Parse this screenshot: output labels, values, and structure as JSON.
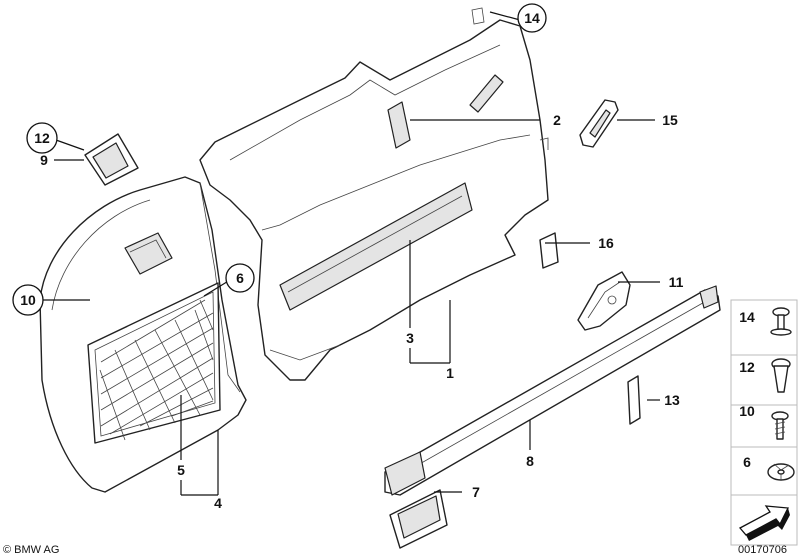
{
  "diagram": {
    "part_labels": {
      "p1": "1",
      "p2": "2",
      "p3": "3",
      "p4": "4",
      "p5": "5",
      "p6": "6",
      "p7": "7",
      "p8": "8",
      "p9": "9",
      "p10": "10",
      "p11": "11",
      "p12": "12",
      "p13": "13",
      "p14": "14",
      "p15": "15",
      "p16": "16"
    },
    "fastener_panel": {
      "items": [
        "14",
        "12",
        "10",
        "6"
      ]
    },
    "copyright": "© BMW AG",
    "diagram_number": "00170706"
  }
}
